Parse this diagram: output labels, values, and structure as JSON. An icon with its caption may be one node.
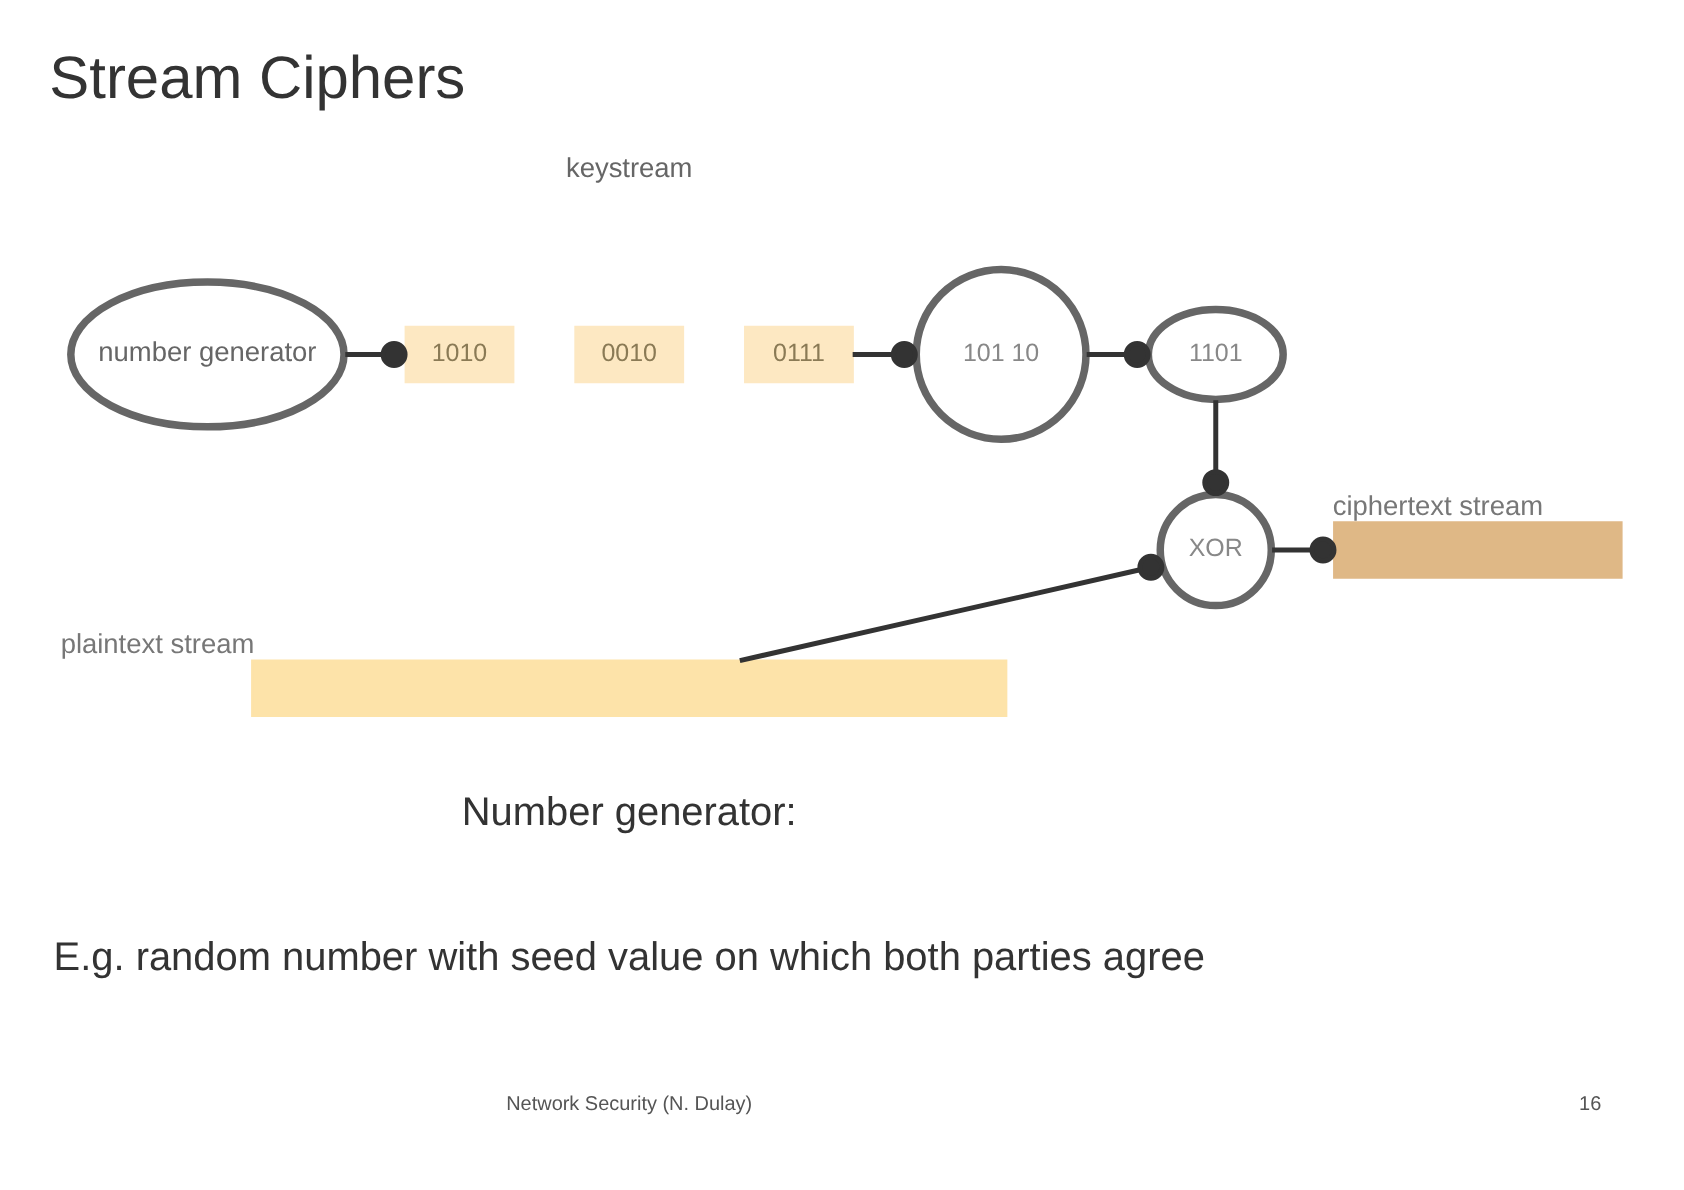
{
  "diagram": {
    "title": "Stream Ciphers",
    "nodes": [
      {
        "text": [
          "number generator"
        ]
      },
      {
        "text": [
          "1010"
        ]
      },
      {
        "text": [
          "0010"
        ]
      },
      {
        "text": [
          "0111"
        ]
      },
      {
        "text": [
          "101 10"
        ]
      },
      {
        "text": [
          "1101"
        ]
      },
      {
        "text": [
          "XOR"
        ]
      },
      {
        "text": [],
        "shape": "bar",
        "beside": [
          "plaintext stream"
        ]
      },
      {
        "text": [],
        "shape": "bar",
        "beside": [
          "ciphertext stream"
        ]
      }
    ],
    "edges": [
      {
        "from": 0,
        "to": 1,
        "arrow": "other"
      },
      {
        "from": 3,
        "to": 4,
        "arrow": "other"
      },
      {
        "from": 4,
        "to": 5,
        "arrow": "other"
      },
      {
        "from": 5,
        "to": 6,
        "arrow": "other"
      },
      {
        "from": 7,
        "to": 6,
        "arrow": "other"
      },
      {
        "from": 6,
        "to": 8,
        "arrow": "other"
      }
    ],
    "labels": [
      "keystream",
      "Number generator:",
      "E.g. random number with seed value on which both parties agree",
      "Network Security (N. Dulay)",
      "16"
    ]
  }
}
